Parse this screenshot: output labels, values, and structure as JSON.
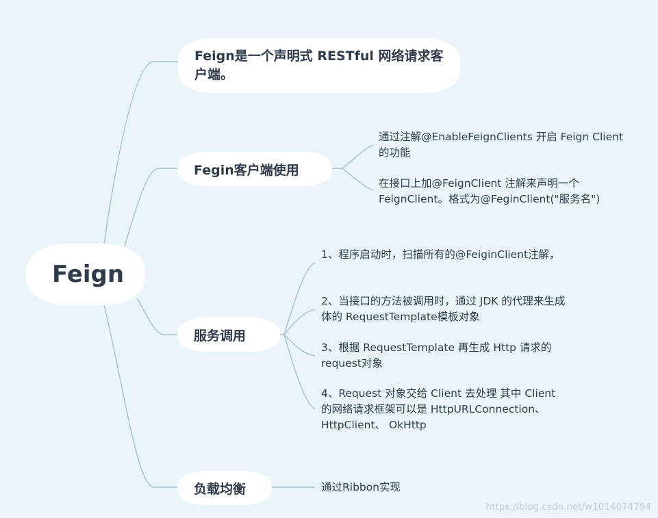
{
  "root": {
    "label": "Feign"
  },
  "branches": [
    {
      "label": "Feign是一个声明式 RESTful 网络请求客户端。",
      "leaves": []
    },
    {
      "label": "Fegin客户端使用",
      "leaves": [
        "通过注解@EnableFeignClients 开启 Feign Client 的功能",
        "在接口上加@FeignClient 注解来声明一个 FeignClient。格式为@FeginClient(\"服务名\")"
      ]
    },
    {
      "label": "服务调用",
      "leaves": [
        "1、程序启动时，扫描所有的@FeiginClient注解，",
        "2、当接口的方法被调用时，通过 JDK 的代理来生成 体的 RequestTemplate模板对象",
        "3、根据 RequestTemplate 再生成 Http 请求的 request对象",
        "4、Request 对象交给 Client 去处理 其中 Client 的网络请求框架可以是 HttpURLConnection、HttpClient、 OkHttp"
      ]
    },
    {
      "label": "负载均衡",
      "leaves": [
        "通过Ribbon实现"
      ]
    }
  ],
  "watermark": "https://blog.csdn.net/w1014074794",
  "colors": {
    "background": "#eaf5f9",
    "node": "#ffffff",
    "text": "#2f3b4a",
    "connector": "#a9bfca"
  }
}
